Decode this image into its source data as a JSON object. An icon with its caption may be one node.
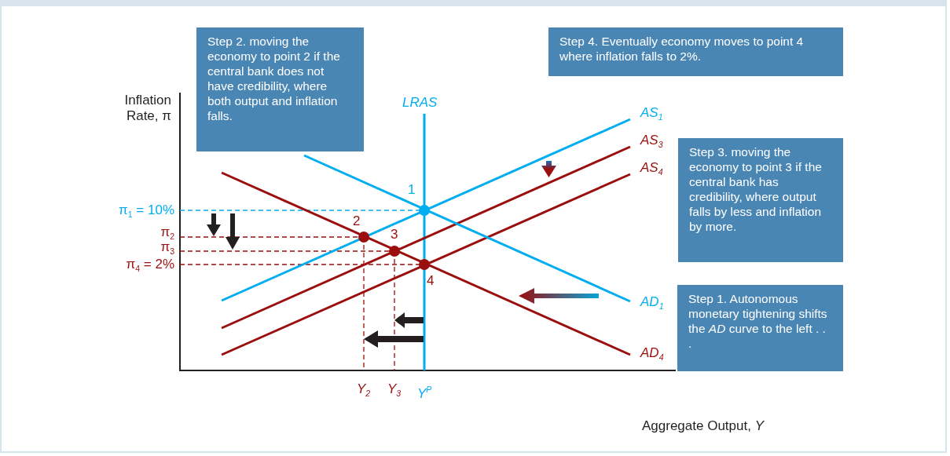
{
  "diagram": {
    "nodes": [
      {
        "text": [
          "Step 2. moving the economy to point 2 if the central bank does not have credibility, where both output and inflation falls."
        ]
      },
      {
        "text": [
          "Step 4. Eventually economy moves to point 4 where inflation falls to 2%."
        ]
      },
      {
        "text": [
          "Step 3. moving the economy to point 3 if the central bank has  credibility, where output falls by less and inflation by more."
        ]
      },
      {
        "text": [
          "Step 1. Autonomous monetary tightening shifts the *AD* curve to the left . . ."
        ]
      }
    ],
    "edges": [],
    "labels": [
      "Inflation Rate, π",
      "LRAS",
      "AS$_{1}$",
      "AS$_{3}$",
      "AS$_{4}$",
      "1",
      "π$_{1}$ = 10%",
      "2",
      "π$_{2}$",
      "3",
      "π$_{3}$",
      "π$_{4}$ = 2%",
      "4",
      "AD$_{1}$",
      "AD$_{4}$",
      "Y$_{2}$",
      "Y$_{3}$",
      "Y$^{P}$",
      "Aggregate Output, *Y*"
    ]
  }
}
